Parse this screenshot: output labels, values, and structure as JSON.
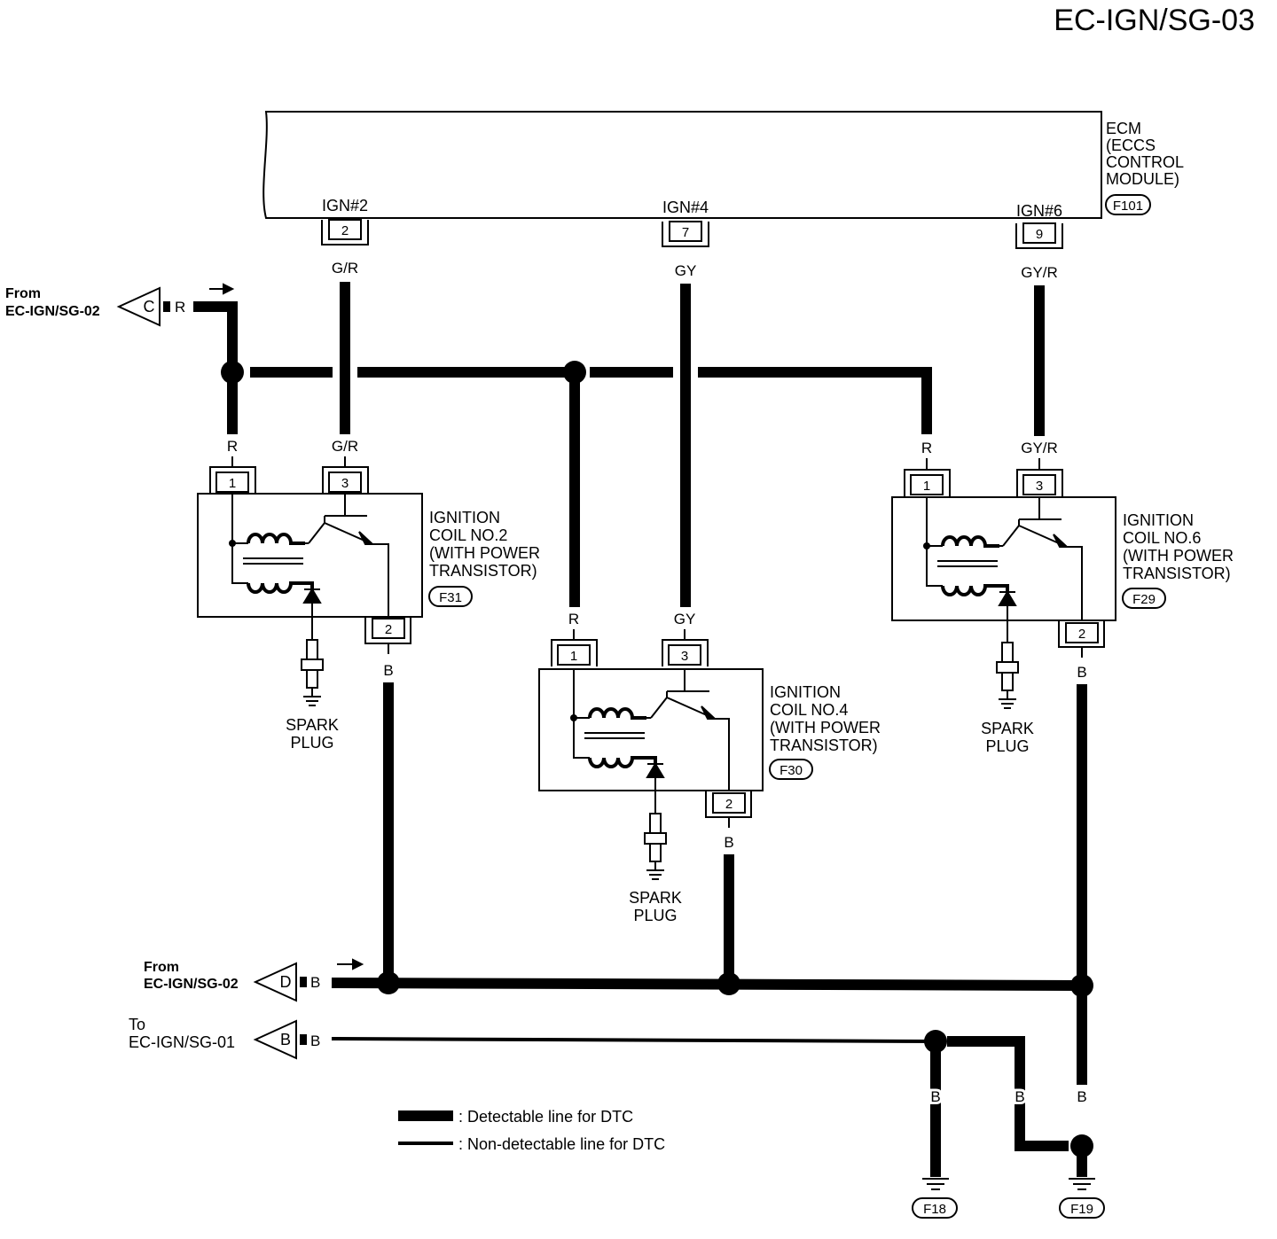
{
  "page_code": "EC-IGN/SG-03",
  "ecm": {
    "label_lines": [
      "ECM",
      "(ECCS",
      "CONTROL",
      "MODULE)"
    ],
    "connector": "F101",
    "terminals": [
      {
        "name": "IGN#2",
        "pin": "2",
        "wire": "G/R"
      },
      {
        "name": "IGN#4",
        "pin": "7",
        "wire": "GY"
      },
      {
        "name": "IGN#6",
        "pin": "9",
        "wire": "GY/R"
      }
    ]
  },
  "coils": [
    {
      "label_lines": [
        "IGNITION",
        "COIL NO.2",
        "(WITH POWER",
        "TRANSISTOR)"
      ],
      "connector": "F31",
      "pin1": "1",
      "pin3": "3",
      "pin2": "2",
      "wire1": "R",
      "wire3": "G/R",
      "wire2": "B"
    },
    {
      "label_lines": [
        "IGNITION",
        "COIL NO.4",
        "(WITH POWER",
        "TRANSISTOR)"
      ],
      "connector": "F30",
      "pin1": "1",
      "pin3": "3",
      "pin2": "2",
      "wire1": "R",
      "wire3": "GY",
      "wire2": "B"
    },
    {
      "label_lines": [
        "IGNITION",
        "COIL NO.6",
        "(WITH POWER",
        "TRANSISTOR)"
      ],
      "connector": "F29",
      "pin1": "1",
      "pin3": "3",
      "pin2": "2",
      "wire1": "R",
      "wire3": "GY/R",
      "wire2": "B"
    }
  ],
  "spark_plug_lines": [
    "SPARK",
    "PLUG"
  ],
  "refs": [
    {
      "direction_lines": [
        "From",
        "EC-IGN/SG-02"
      ],
      "letter": "C",
      "wire": "R"
    },
    {
      "direction_lines": [
        "From",
        "EC-IGN/SG-02"
      ],
      "letter": "D",
      "wire": "B"
    },
    {
      "direction_lines": [
        "To",
        "EC-IGN/SG-01"
      ],
      "letter": "B",
      "wire": "B"
    }
  ],
  "grounds": [
    {
      "connector": "F18",
      "wire": "B"
    },
    {
      "connector": "F19",
      "wire": "B"
    }
  ],
  "ground_link_wire": "B",
  "legend": [
    {
      "style": "thick",
      "text": ": Detectable line for DTC"
    },
    {
      "style": "thin",
      "text": ": Non-detectable line for DTC"
    }
  ]
}
